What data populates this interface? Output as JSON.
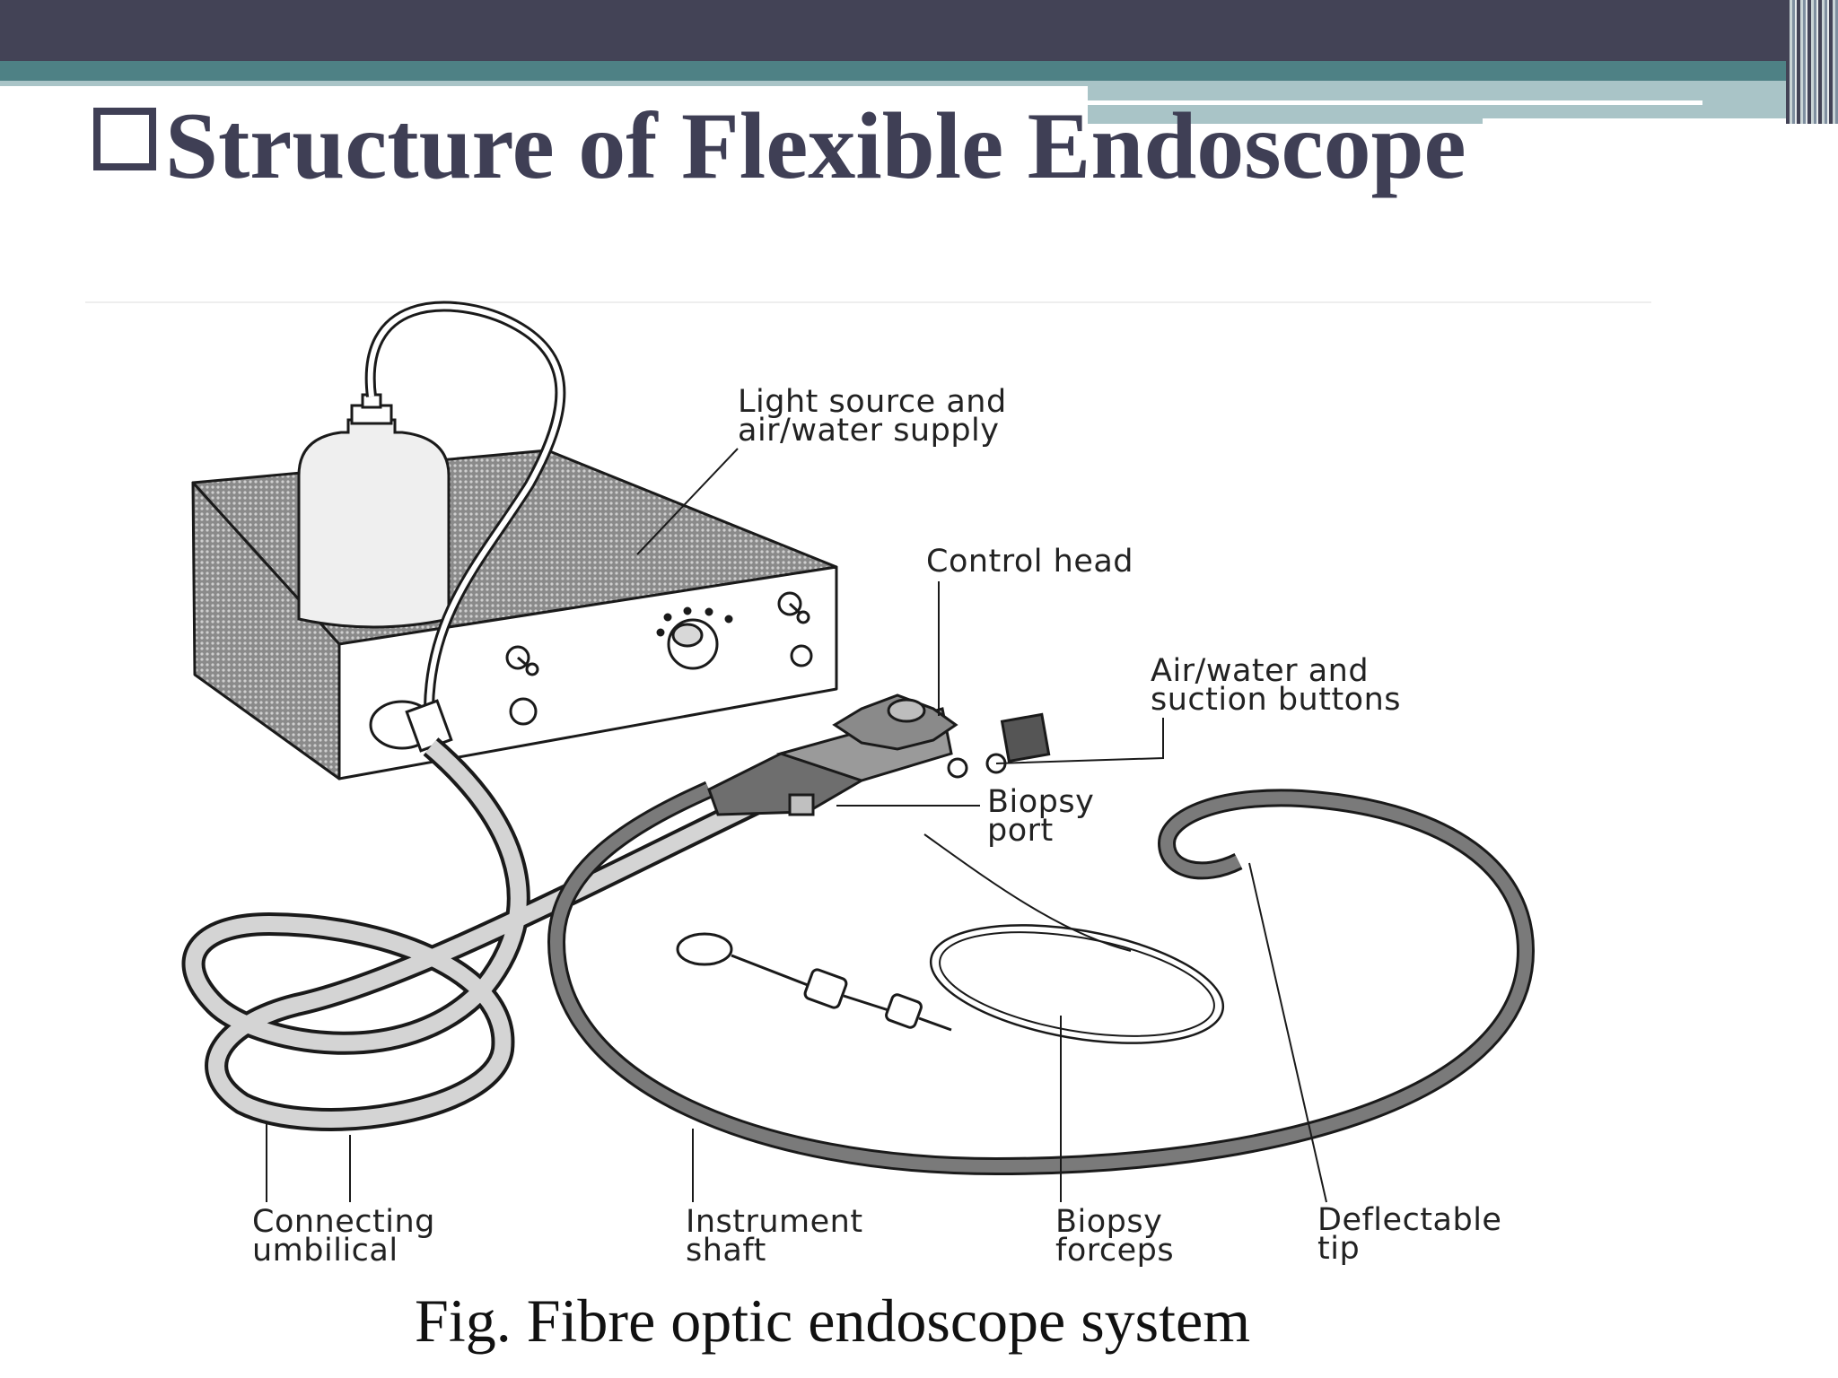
{
  "slide": {
    "title": "Structure of Flexible Endoscope",
    "caption": "Fig. Fibre optic endoscope system"
  },
  "diagram": {
    "labels": {
      "light_source": "Light source and\nair/water supply",
      "control_head": "Control head",
      "buttons": "Air/water and\nsuction buttons",
      "biopsy_port": "Biopsy\nport",
      "umbilical": "Connecting\numbilical",
      "shaft": "Instrument\nshaft",
      "forceps": "Biopsy\nforceps",
      "tip": "Deflectable\ntip"
    }
  },
  "colors": {
    "header_dark": "#434356",
    "header_teal": "#4e8185",
    "header_light": "#a9c4c7",
    "title_text": "#3f3f55"
  }
}
